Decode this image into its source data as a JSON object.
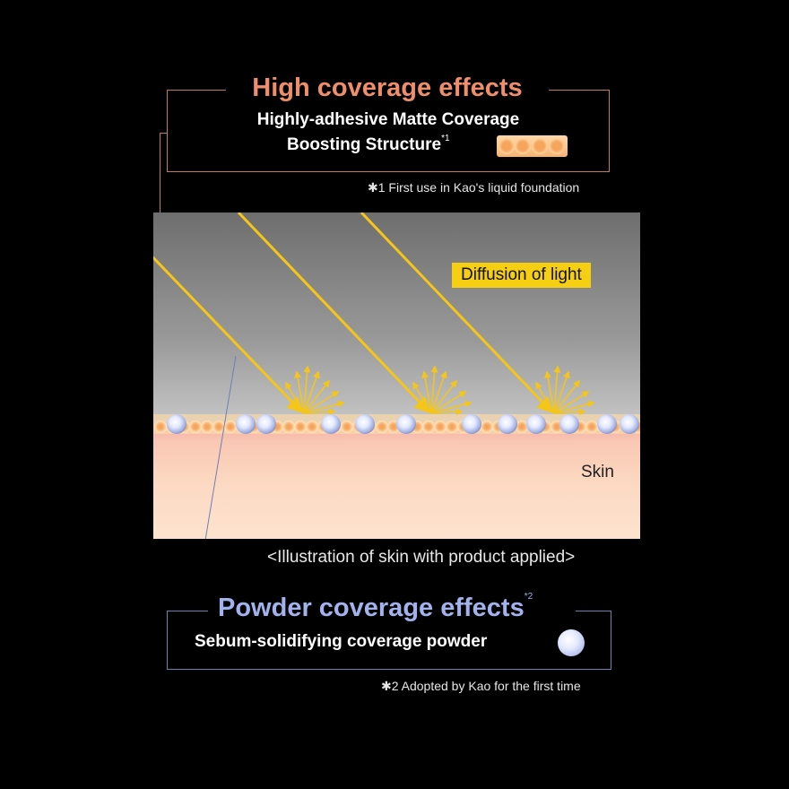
{
  "high_coverage": {
    "title": "High coverage effects",
    "line1": "Highly-adhesive Matte Coverage",
    "line2": "Boosting Structure",
    "note_mark": "*1",
    "footnote": "✱1 First use in Kao's liquid foundation"
  },
  "illustration": {
    "diffusion_label": "Diffusion of light",
    "skin_label": "Skin",
    "caption": "<Illustration of skin with product applied>"
  },
  "powder_coverage": {
    "title": "Powder coverage effects",
    "note_mark": "*2",
    "line1": "Sebum-solidifying coverage powder",
    "footnote": "✱2 Adopted by Kao for the first time"
  },
  "colors": {
    "high_coverage_accent": "#ee8e6a",
    "powder_accent": "#a2b2ec",
    "light_ray": "#f5c518",
    "label_bg": "#f6cf12"
  },
  "icons": {
    "coverage_structure": "orange-particle-chain-icon",
    "powder": "blue-powder-sphere-icon"
  }
}
